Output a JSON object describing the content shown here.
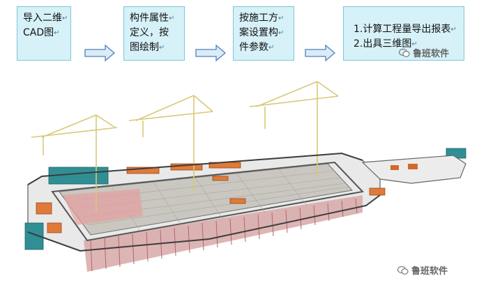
{
  "steps": [
    {
      "lines": [
        "导入二维",
        "CAD图"
      ]
    },
    {
      "lines": [
        "构件属性",
        "定义，按",
        "图绘制"
      ]
    },
    {
      "lines": [
        "按施工方",
        "案设置构",
        "件参数"
      ]
    },
    {
      "lines": [
        "1.计算工程量导出报表",
        "2.出具三维图"
      ]
    }
  ],
  "watermark_top": "鲁班软件",
  "watermark_bottom": "鲁班软件",
  "return_mark": "↵",
  "colors": {
    "step_fill": "#d6f1f8",
    "step_border": "#7ec6d8",
    "arrow_fill": "#dcebf6",
    "arrow_stroke": "#4f81bd",
    "crane": "#e8dca0",
    "slab": "#c9c7c0",
    "pile": "#c89a9a",
    "container": "#2f8f95",
    "shed": "#e07a3a"
  }
}
